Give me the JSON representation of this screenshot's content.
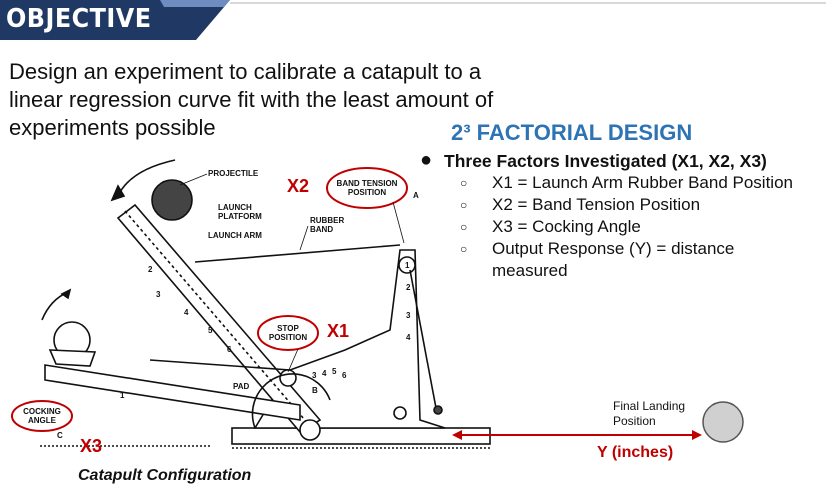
{
  "header": {
    "title": "OBJECTIVE"
  },
  "intro": {
    "text": "Design an experiment to calibrate a catapult to a linear regression curve fit with the least amount of experiments possible"
  },
  "design": {
    "title": "2³ FACTORIAL DESIGN",
    "bullet": "Three Factors Investigated (X1, X2, X3)",
    "items": [
      "X1 = Launch Arm Rubber Band Position",
      "X2 = Band Tension Position",
      "X3 = Cocking Angle",
      "Output Response (Y) = distance"
    ],
    "item_continuation": "measured"
  },
  "diagram": {
    "labels": {
      "projectile": "PROJECTILE",
      "launch_platform_1": "LAUNCH",
      "launch_platform_2": "PLATFORM",
      "launch_arm": "LAUNCH ARM",
      "rubber_band_1": "RUBBER",
      "rubber_band_2": "BAND",
      "band_tension_1": "BAND TENSION",
      "band_tension_2": "POSITION",
      "stop_position_1": "STOP",
      "stop_position_2": "POSITION",
      "cocking_angle_1": "COCKING",
      "cocking_angle_2": "ANGLE",
      "pad": "PAD",
      "point_a": "A",
      "point_b": "B",
      "point_c": "C"
    },
    "factor_labels": {
      "x1": "X1",
      "x2": "X2",
      "x3": "X3"
    },
    "arm_numbers": [
      "1",
      "2",
      "3",
      "4",
      "5",
      "6"
    ],
    "tension_numbers": [
      "1",
      "2",
      "3",
      "4"
    ],
    "stop_numbers": [
      "3",
      "4",
      "5",
      "6"
    ],
    "caption": "Catapult Configuration",
    "landing_1": "Final Landing",
    "landing_2": "Position",
    "y_label": "Y (inches)"
  }
}
